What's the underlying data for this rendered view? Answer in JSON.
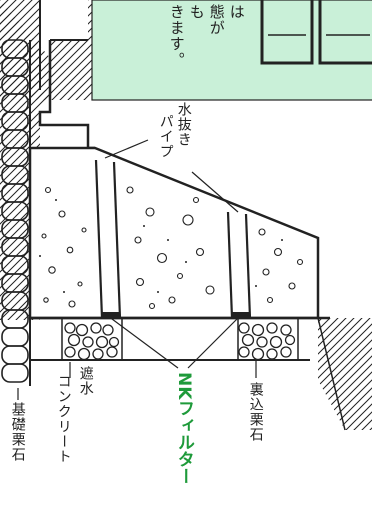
{
  "note": {
    "lines": [
      "は",
      "態が",
      "も",
      "きます。"
    ],
    "color": "#c9f0d8"
  },
  "labels": {
    "drain_pipe": [
      "水抜き",
      "パイプ"
    ],
    "backfill_stone": "裏込栗石",
    "waterproof_concrete": [
      "遮水",
      "コンクリート"
    ],
    "foundation_stone": "基礎栗石",
    "nk_filter": "NKフィルター"
  },
  "colors": {
    "ink": "#222222",
    "filter_label": "#1e9a3a"
  }
}
